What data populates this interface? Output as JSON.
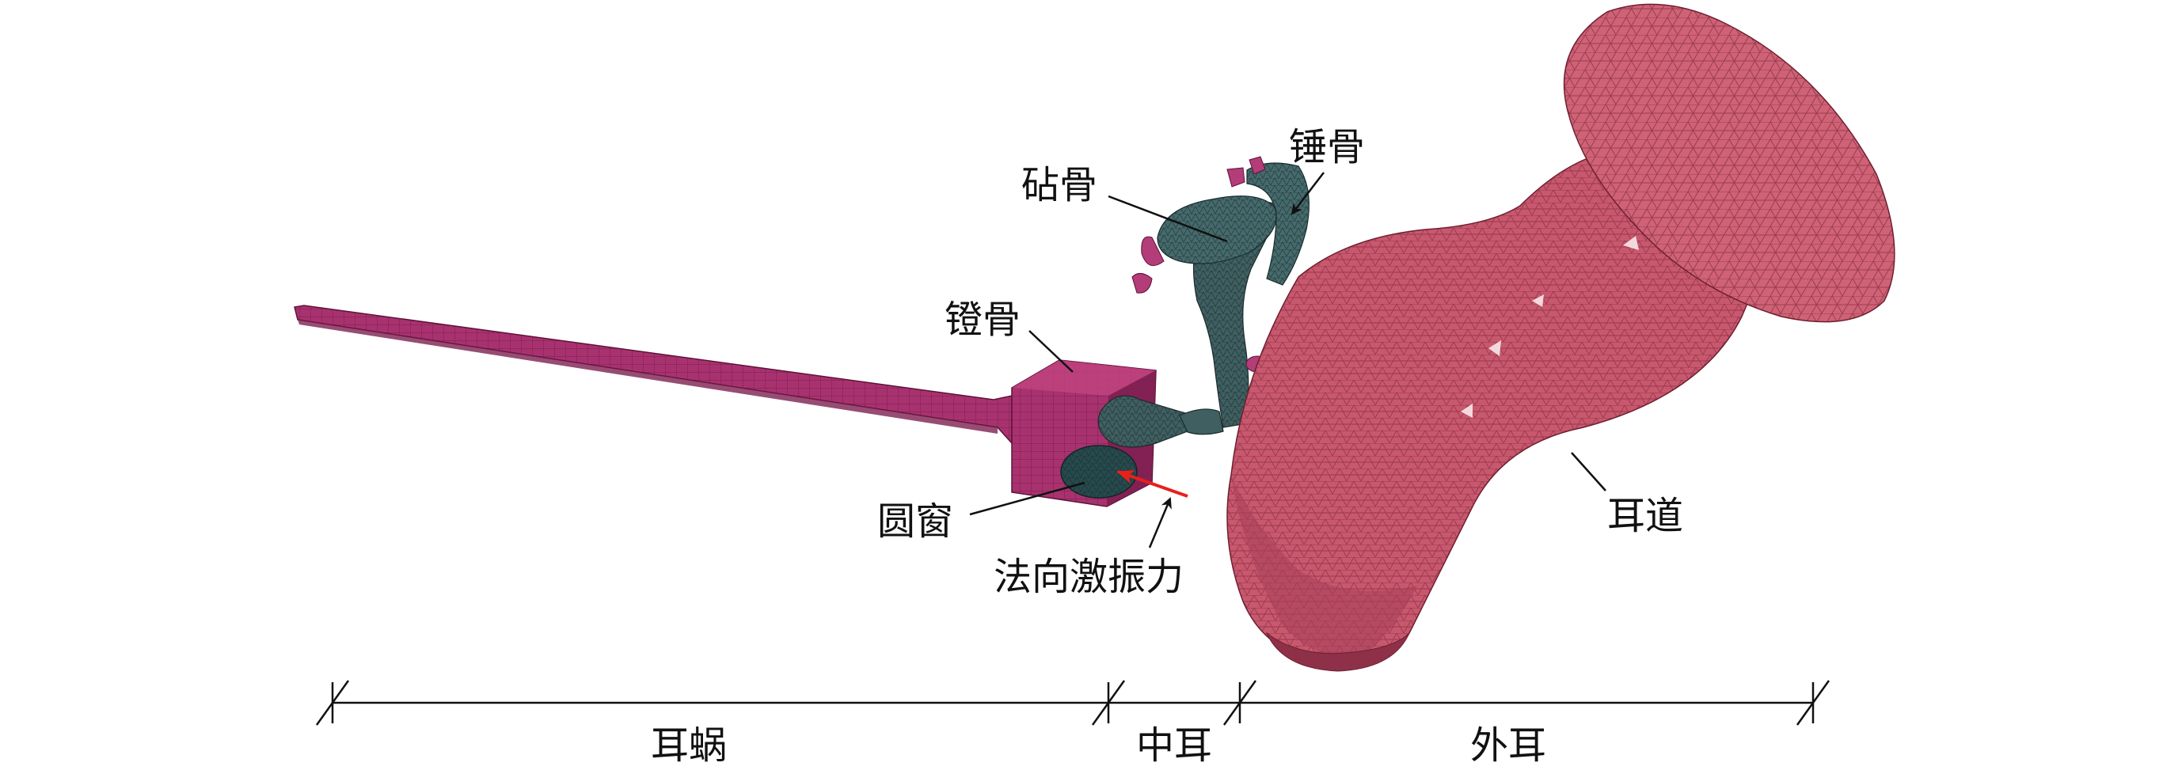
{
  "labels": {
    "incus": "砧骨",
    "malleus": "锤骨",
    "stapes": "镫骨",
    "round_window": "圆窗",
    "excitation_force": "法向激振力",
    "ear_canal": "耳道"
  },
  "scale_bar": {
    "cochlea": "耳蜗",
    "middle_ear": "中耳",
    "outer_ear": "外耳"
  },
  "colors": {
    "cochlea": "#a8326f",
    "cochlea_mesh": "#5e1238",
    "ossicles": "#3f5f61",
    "ossicles_mesh": "#1b2b2c",
    "ear_canal": "#c8586e",
    "ear_canal_mesh": "#6e1f30",
    "force_arrow": "#e8201c",
    "line": "#111111"
  }
}
